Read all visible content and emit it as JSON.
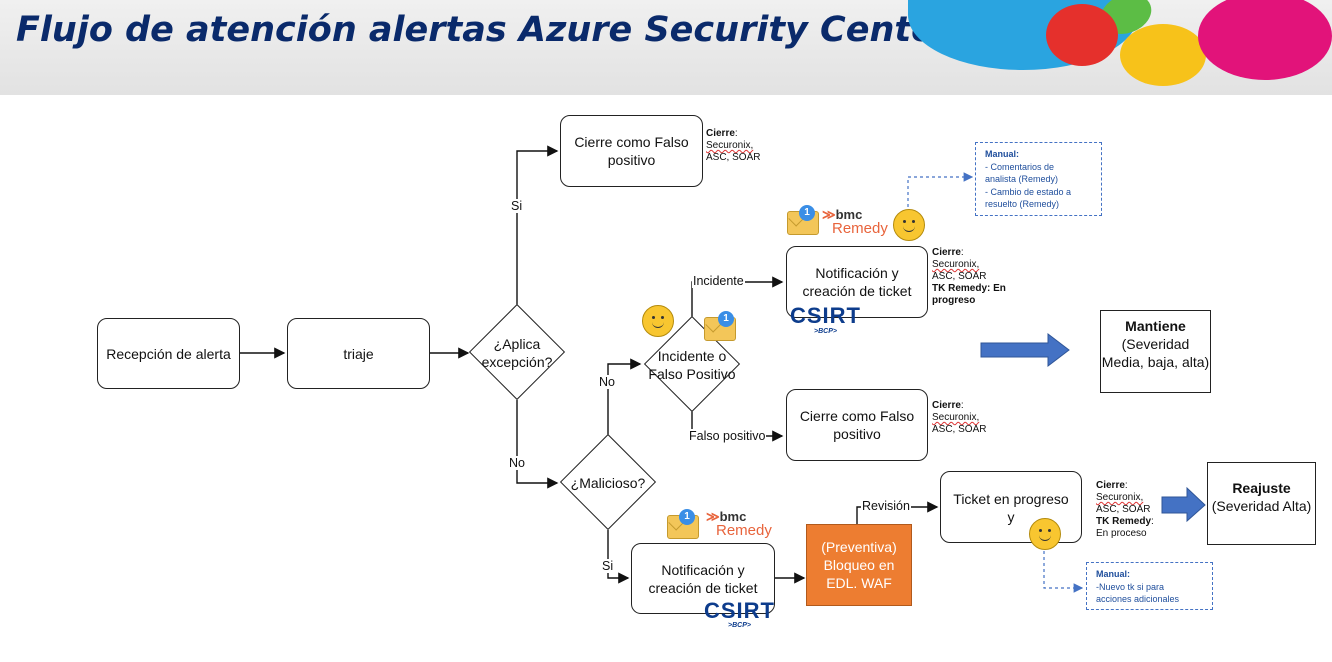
{
  "header": {
    "title": "Flujo de atención alertas Azure Security Center"
  },
  "nodes": {
    "recepcion": "Recepción de alerta",
    "triaje": "triaje",
    "aplica_excepcion": "¿Aplica excepción?",
    "cierre_fp_top": "Cierre como Falso positivo",
    "incidente_o_fp": "Incidente o Falso Positivo",
    "notif_ticket_top": "Notificación y creación de ticket",
    "cierre_fp_mid": "Cierre como Falso positivo",
    "malicioso": "¿Malicioso?",
    "notif_ticket_bottom": "Notificación y creación de ticket",
    "preventiva": "(Preventiva) Bloqueo en EDL. WAF",
    "ticket_progreso": "Ticket en progreso y"
  },
  "edge_labels": {
    "si_top": "Si",
    "no_mid": "No",
    "no_low": "No",
    "incidente": "Incidente",
    "falso_positivo": "Falso positivo",
    "si_bottom": "Si",
    "revision": "Revisión"
  },
  "notes": {
    "cierre_label": "Cierre",
    "sources": "Securonix,",
    "sources2": "ASC, SOAR",
    "tk_remedy_en_progreso_label": "TK Remedy",
    "tk_remedy_en_progreso_value": ": En progreso",
    "tk_remedy_en_proceso_value": ": En proceso",
    "en_proceso_label": "En proceso"
  },
  "manual_top": {
    "title": "Manual",
    "line1": "- Comentarios de",
    "line2": "analista (Remedy)",
    "line3": "- Cambio de estado a",
    "line4": "resuelto (Remedy)"
  },
  "manual_bottom": {
    "title": "Manual",
    "line1": "-Nuevo tk si para",
    "line2": "acciones adicionales"
  },
  "outcomes": {
    "mantiene_title": "Mantiene",
    "mantiene_detail": "(Severidad Media, baja, alta)",
    "reajuste_title": "Reajuste",
    "reajuste_detail": "(Severidad Alta)"
  },
  "logos": {
    "bmc": "bmc",
    "remedy": "Remedy",
    "csirt": "CSIRT",
    "csirt_sub": ">BCP>",
    "mail_badge": "1"
  },
  "colors": {
    "title": "#0a2a6b",
    "preventiva_fill": "#ed7d31",
    "arrow_fill": "#4472c4",
    "manual_border": "#4472c4"
  }
}
